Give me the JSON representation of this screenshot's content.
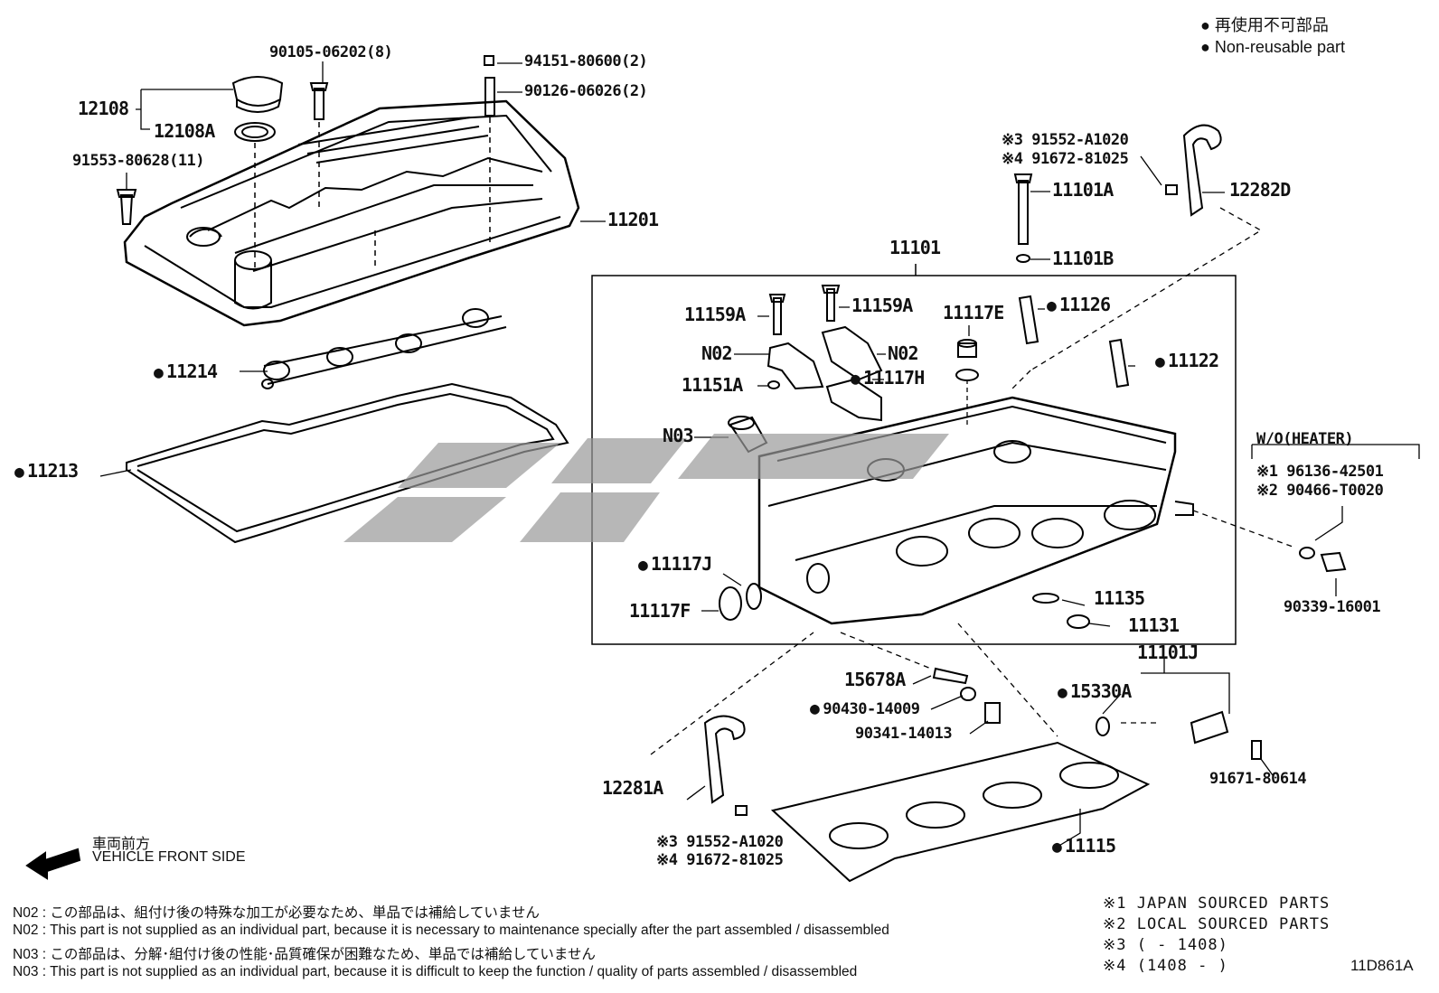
{
  "legend": {
    "jp": "再使用不可部品",
    "en": "Non-reusable part"
  },
  "front": {
    "jp": "車両前方",
    "en": "VEHICLE FRONT SIDE"
  },
  "notes": [
    "N02 : この部品は、組付け後の特殊な加工が必要なため、単品では補給していません",
    "N02 : This part is not supplied as an individual part, because it is necessary to maintenance specially after the part assembled / disassembled",
    "N03 : この部品は、分解･組付け後の性能･品質確保が困難なため、単品では補給していません",
    "N03 : This part is not supplied as an individual part, because it is difficult to keep the function / quality of parts  assembled / disassembled"
  ],
  "sources": [
    "※1 JAPAN SOURCED PARTS",
    "※2 LOCAL SOURCED PARTS",
    "※3 (       - 1408)",
    "※4 (1408 -       )"
  ],
  "diagram_code": "11D861A",
  "wo_heater": "W/O(HEATER)",
  "parts": {
    "p12108": "12108",
    "p12108A": "12108A",
    "p90105": "90105-06202(8)",
    "p94151": "94151-80600(2)",
    "p90126": "90126-06026(2)",
    "p91553": "91553-80628(11)",
    "p11201": "11201",
    "p11214": "11214",
    "p11213": "11213",
    "p11101": "11101",
    "p11101A": "11101A",
    "p11101B": "11101B",
    "p91552_top": "※3 91552-A1020",
    "p91672_top": "※4 91672-81025",
    "p12282D": "12282D",
    "p11159A_l": "11159A",
    "p11159A_r": "11159A",
    "p11117E": "11117E",
    "p11126": "11126",
    "pN02_l": "N02",
    "pN02_r": "N02",
    "p11151A": "11151A",
    "p11117H": "11117H",
    "p11122": "11122",
    "pN03": "N03",
    "p96136": "※1 96136-42501",
    "p90466": "※2 90466-T0020",
    "p90339": "90339-16001",
    "p11117J": "11117J",
    "p11117F": "11117F",
    "p11135": "11135",
    "p11131": "11131",
    "p11101J": "11101J",
    "p15678A": "15678A",
    "p15330A": "15330A",
    "p90430": "90430-14009",
    "p90341": "90341-14013",
    "p91671": "91671-80614",
    "p12281A": "12281A",
    "p91552_bot": "※3 91552-A1020",
    "p91672_bot": "※4 91672-81025",
    "p11115": "11115"
  }
}
